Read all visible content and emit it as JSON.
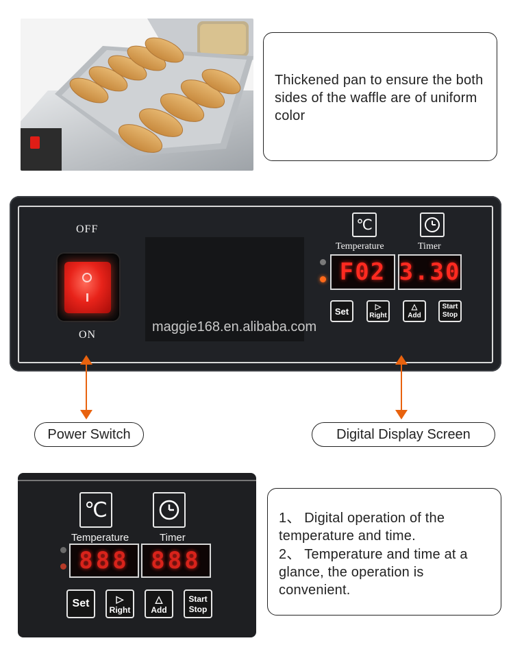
{
  "callout_top": {
    "text": "Thickened pan to ensure the both sides of the waffle are of uniform color"
  },
  "panel": {
    "switch": {
      "off_label": "OFF",
      "on_label": "ON"
    },
    "temperature": {
      "icon_label": "℃",
      "label": "Temperature",
      "display": "F02"
    },
    "timer": {
      "label": "Timer",
      "display": "3.30"
    },
    "keys": {
      "set": "Set",
      "right": "Right",
      "add": "Add",
      "start": "Start",
      "stop": "Stop"
    },
    "watermark": "maggie168.en.alibaba.com"
  },
  "labels": {
    "power_switch": "Power Switch",
    "digital_display": "Digital Display Screen"
  },
  "closeup": {
    "temperature": {
      "icon_label": "℃",
      "label": "Temperature",
      "display": "888"
    },
    "timer": {
      "label": "Timer",
      "display": "888"
    },
    "keys": {
      "set": "Set",
      "right": "Right",
      "add": "Add",
      "start": "Start",
      "stop": "Stop"
    }
  },
  "callout_bottom": {
    "line1": "1、 Digital operation of the temperature and time.",
    "line2": "2、 Temperature and time at a glance, the operation is convenient."
  },
  "colors": {
    "accent_arrow": "#e8620e",
    "led_red": "#ff2a20",
    "panel_dark": "#202226"
  }
}
